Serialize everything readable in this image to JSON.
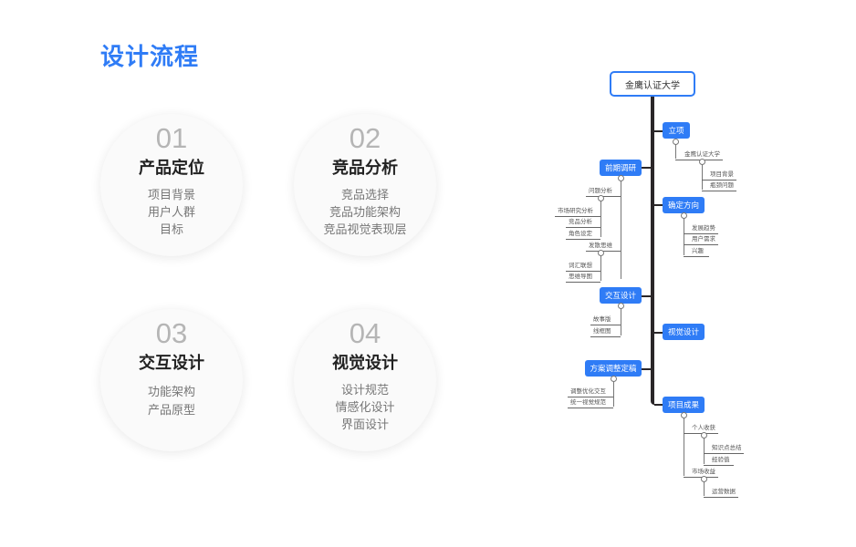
{
  "page_title": "设计流程",
  "steps": [
    {
      "num": "01",
      "title": "产品定位",
      "items": [
        "项目背景",
        "用户人群",
        "目标"
      ]
    },
    {
      "num": "02",
      "title": "竞品分析",
      "items": [
        "竞品选择",
        "竞品功能架构",
        "竞品视觉表现层"
      ]
    },
    {
      "num": "03",
      "title": "交互设计",
      "items": [
        "功能架构",
        "产品原型"
      ]
    },
    {
      "num": "04",
      "title": "视觉设计",
      "items": [
        "设计规范",
        "情感化设计",
        "界面设计"
      ]
    }
  ],
  "mindmap": {
    "root": "金鹰认证大学",
    "nodes": {
      "lixiang": "立项",
      "qianqi": "前期调研",
      "queding": "确定方向",
      "jiaohu": "交互设计",
      "shijue": "视觉设计",
      "fangan": "方案调整定稿",
      "chengguo": "项目成果"
    },
    "leaves": {
      "l1": "金鹰认证大学",
      "l2": "项目背景",
      "l3": "瓶颈问题",
      "q1": "问题分析",
      "q2": "市场研究分析",
      "q3": "竞品分析",
      "q4": "角色设定",
      "q5": "发散思维",
      "q6": "词汇联想",
      "q7": "思维导图",
      "d1": "发展趋势",
      "d2": "用户需求",
      "d3": "兴趣",
      "j1": "故事版",
      "j2": "线框图",
      "f1": "调整优化交互",
      "f2": "统一视觉规范",
      "c1": "个人收获",
      "c2": "知识点总结",
      "c3": "经验值",
      "c4": "市场收益",
      "c5": "运营数据"
    }
  }
}
